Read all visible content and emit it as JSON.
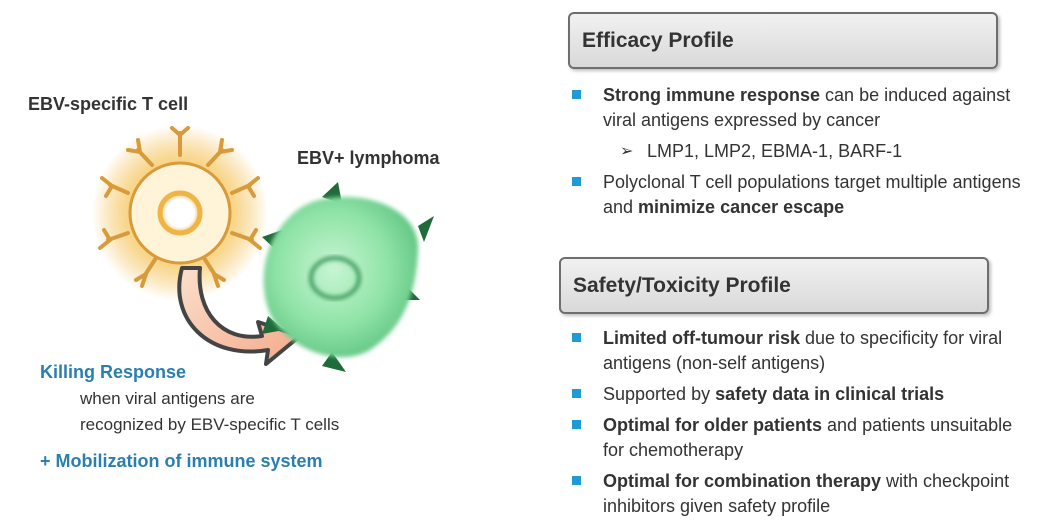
{
  "left": {
    "tcell_label": "EBV-specific T cell",
    "lymphoma_label": "EBV+ lymphoma",
    "killing_title": "Killing Response",
    "killing_desc_1": "when viral antigens are",
    "killing_desc_2": "recognized by EBV-specific T cells",
    "mobilization": "+ Mobilization of immune system"
  },
  "efficacy": {
    "title": "Efficacy Profile",
    "b1_bold": "Strong immune response",
    "b1_rest": " can be induced against viral antigens expressed by cancer",
    "sub1": "LMP1, LMP2, EBMA-1, BARF-1",
    "b2_pre": "Polyclonal T cell populations target multiple antigens and ",
    "b2_bold": "minimize cancer escape"
  },
  "safety": {
    "title": "Safety/Toxicity Profile",
    "b1_bold": "Limited off-tumour risk",
    "b1_rest": " due to specificity for viral antigens (non-self antigens)",
    "b2_pre": "Supported by ",
    "b2_bold": "safety data in clinical trials",
    "b3_bold": "Optimal for older patients",
    "b3_rest": " and patients unsuitable for chemotherapy",
    "b4_bold": "Optimal for combination therapy",
    "b4_rest": " with checkpoint inhibitors given safety profile"
  },
  "colors": {
    "accent_blue": "#2a7fb0",
    "bullet_blue": "#1e9ad6",
    "tcell_glow": "#f5c15a",
    "lymphoma_green": "#8fe3a6",
    "spike_green": "#1f6b3a"
  }
}
